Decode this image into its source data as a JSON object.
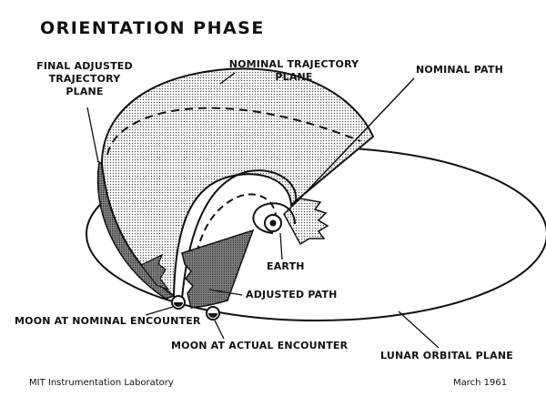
{
  "title": "ORIENTATION PHASE",
  "labels": {
    "final_adjusted": [
      "FINAL ADJUSTED",
      "TRAJECTORY",
      "PLANE"
    ],
    "nominal_trajectory": [
      "NOMINAL TRAJECTORY",
      "PLANE"
    ],
    "nominal_path": "NOMINAL PATH",
    "earth": "EARTH",
    "adjusted_path": "ADJUSTED PATH",
    "moon_nominal": "MOON AT NOMINAL ENCOUNTER",
    "moon_actual": "MOON AT ACTUAL ENCOUNTER",
    "lunar_orbital_plane": "LUNAR ORBITAL PLANE"
  },
  "footer": {
    "left": "MIT Instrumentation Laboratory",
    "right": "March 1961"
  },
  "icons": [
    "earth-icon",
    "moon-nominal-icon",
    "moon-actual-icon"
  ]
}
